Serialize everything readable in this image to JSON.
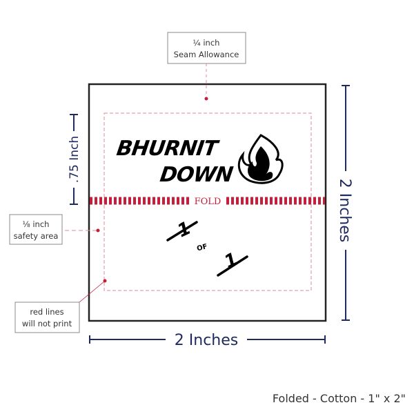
{
  "seam_label": {
    "line1": "¼ inch",
    "line2": "Seam Allowance"
  },
  "safety_label": {
    "line1": "⅛ inch",
    "line2": "safety area"
  },
  "print_note": {
    "line1": "red lines",
    "line2": "will not print"
  },
  "dimensions": {
    "top_section": ".75 Inch",
    "height": "2 Inches",
    "width": "2 Inches"
  },
  "fold_label": "FOLD",
  "logo": {
    "line1": "BHURNIT",
    "line2": "DOWN"
  },
  "edition": {
    "num": "1",
    "of": "OF",
    "total": "1"
  },
  "footer": "Folded - Cotton - 1\" x 2\"",
  "colors": {
    "guide_red": "#c41e3a",
    "dimension_navy": "#1e2a5e",
    "border": "#222222"
  }
}
